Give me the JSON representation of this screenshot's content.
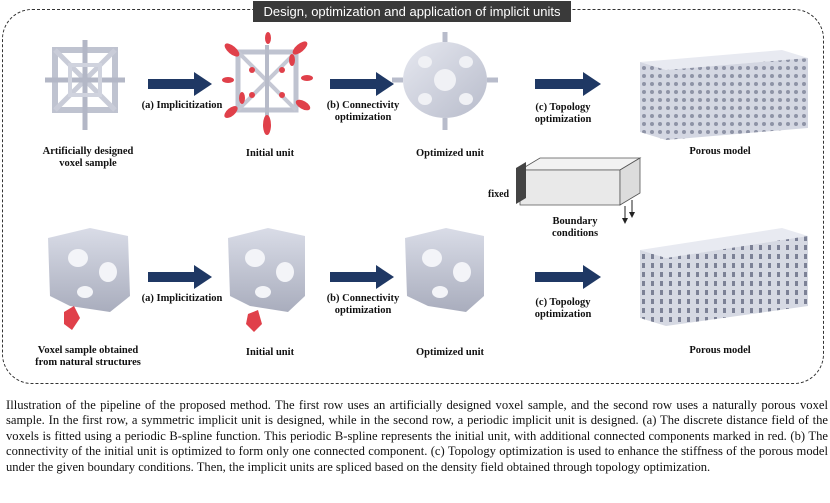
{
  "banner": "Design, optimization and application of implicit units",
  "row1": {
    "sample_label_line1": "Artificially designed",
    "sample_label_line2": "voxel sample",
    "step_a": "(a) Implicitization",
    "unit_label": "Initial unit",
    "step_b_line1": "(b) Connectivity",
    "step_b_line2": "optimization",
    "opt_label": "Optimized unit",
    "step_c_line1": "(c) Topology",
    "step_c_line2": "optimization",
    "model_label": "Porous model"
  },
  "row2": {
    "sample_label_line1": "Voxel sample obtained",
    "sample_label_line2": "from natural structures",
    "step_a": "(a) Implicitization",
    "unit_label": "Initial unit",
    "step_b_line1": "(b) Connectivity",
    "step_b_line2": "optimization",
    "opt_label": "Optimized unit",
    "step_c_line1": "(c) Topology",
    "step_c_line2": "optimization",
    "model_label": "Porous model"
  },
  "boundary": {
    "fixed": "fixed",
    "label_line1": "Boundary",
    "label_line2": "conditions"
  },
  "caption": "Illustration of the pipeline of the proposed method. The first row uses an artificially designed voxel sample, and the second row uses a naturally porous voxel sample. In the first row, a symmetric implicit unit is designed, while in the second row, a periodic implicit unit is designed. (a) The discrete distance field of the voxels is fitted using a periodic B-spline function. This periodic B-spline represents the initial unit, with additional connected components marked in red. (b) The connectivity of the initial unit is optimized to form only one connected component. (c) Topology optimization is used to enhance the stiffness of the porous model under the given boundary conditions. Then, the implicit units are spliced based on the density field obtained through topology optimization.",
  "colors": {
    "arrow": "#1f3864",
    "red": "#e0404a",
    "model": "#c9ccd8"
  }
}
